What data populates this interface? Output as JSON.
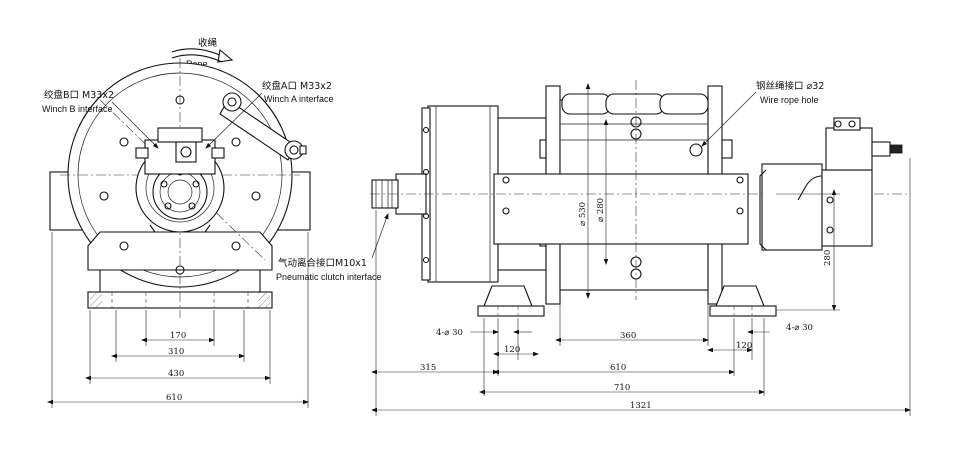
{
  "labels": {
    "rope_cn": "收绳",
    "rope_en": "Rope",
    "winch_b_cn": "绞盘B口 M33x2",
    "winch_b_en": "Winch B interface",
    "winch_a_cn": "绞盘A口 M33x2",
    "winch_a_en": "Winch A interface",
    "wire_rope_cn": "钢丝绳接口 ⌀32",
    "wire_rope_en": "Wire rope hole",
    "pneumatic_cn": "气动离合接口M10x1",
    "pneumatic_en": "Pneumatic clutch interface"
  },
  "front_view_dims": {
    "d170": "170",
    "d310": "310",
    "d430": "430",
    "d610": "610"
  },
  "side_view_dims": {
    "holes_left": "4-⌀ 30",
    "holes_right": "4-⌀ 30",
    "d120_left": "120",
    "d120_right": "120",
    "d360": "360",
    "d315": "315",
    "d610": "610",
    "d710": "710",
    "d1321": "1321",
    "d530": "⌀ 530",
    "d280_dia": "⌀ 280",
    "d280_h": "280"
  }
}
